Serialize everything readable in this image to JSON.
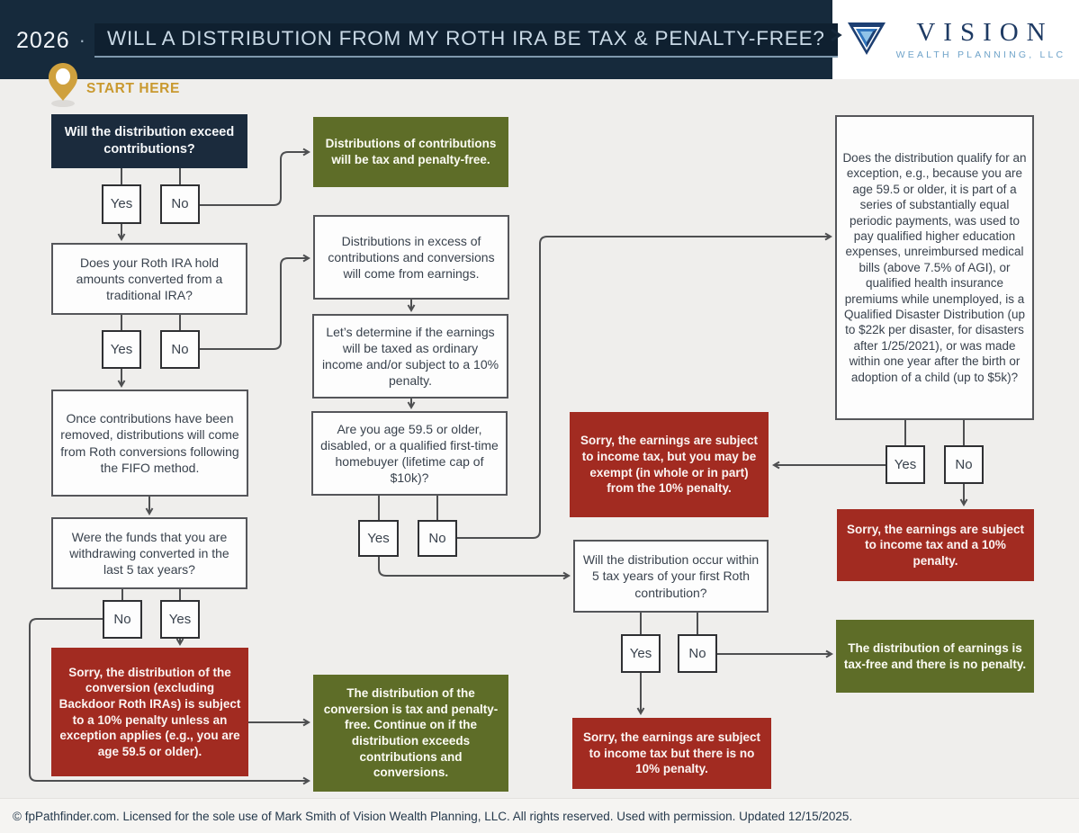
{
  "header": {
    "year": "2026",
    "separator": "·",
    "title": "WILL A DISTRIBUTION FROM MY ROTH IRA BE TAX & PENALTY-FREE?",
    "logo_name": "VISION",
    "logo_subtitle": "WEALTH PLANNING, LLC"
  },
  "start_here": "START HERE",
  "labels": {
    "yes": "Yes",
    "no": "No"
  },
  "nodes": {
    "q_exceed": "Will the distribution exceed contributions?",
    "g_contrib_free": "Distributions of contributions will be tax and penalty-free.",
    "q_hold_converted": "Does your Roth IRA hold amounts converted from a traditional IRA?",
    "n_excess": "Distributions in excess of contributions and conversions will come from earnings.",
    "n_determine": "Let’s determine if the earnings will be taxed as ordinary income and/or subject to a 10% penalty.",
    "q_age": "Are you age 59.5 or older, disabled, or a qualified first-time homebuyer (lifetime cap of $10k)?",
    "n_fifo": "Once contributions have been removed, distributions will come from Roth conversions following the FIFO method.",
    "q_converted_5": "Were the funds that you are withdrawing converted in the last 5 tax years?",
    "r_conversion_penalty": "Sorry, the distribution of the conversion (excluding Backdoor Roth IRAs) is subject to a 10% penalty unless an exception applies (e.g., you are age 59.5 or older).",
    "g_conversion_free": "The distribution of the conversion is tax and penalty-free. Continue on if the distribution exceeds contributions and conversions.",
    "q_exception": "Does the distribution qualify for an exception, e.g., because you are age 59.5 or older, it is part of a series of substantially equal periodic payments, was used to pay qualified higher education expenses, unreimbursed medical bills (above 7.5% of AGI), or qualified health insurance premiums while unemployed, is a Qualified Disaster Distribution (up to $22k per disaster, for disasters after 1/25/2021), or was made within one year after the birth or adoption of a child (up to $5k)?",
    "r_exempt": "Sorry, the earnings are subject to income tax, but you may be exempt (in whole or in part) from the 10% penalty.",
    "r_tax_and_penalty": "Sorry, the earnings are subject to income tax and a 10% penalty.",
    "q_first_roth_5": "Will the distribution occur within 5 tax years of your first Roth contribution?",
    "g_earnings_free": "The distribution of earnings is tax-free and there is no penalty.",
    "r_no_penalty": "Sorry, the earnings are subject to income tax but there is no 10% penalty."
  },
  "footer": "© fpPathfinder.com. Licensed for the sole use of Mark Smith of Vision Wealth Planning, LLC. All rights reserved. Used with permission. Updated 12/15/2025.",
  "colors": {
    "header_bg": "#162a3c",
    "box_dark": "#1b2b3d",
    "green": "#5e6d28",
    "red": "#a22b21",
    "gold": "#c9992f",
    "line": "#4e4f51",
    "background": "#efeeec"
  }
}
